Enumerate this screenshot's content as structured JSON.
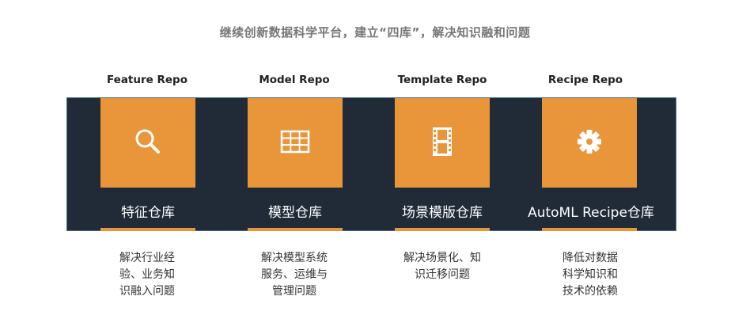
{
  "headline": "继续创新数据科学平台，建立“四库”，解决知识融和问题",
  "repos": [
    {
      "title": "Feature Repo",
      "name": "特征仓库",
      "icon": "search-icon",
      "description": "解决行业经\n验、业务知\n识融入问题"
    },
    {
      "title": "Model Repo",
      "name": "模型仓库",
      "icon": "table-grid-icon",
      "description": "解决模型系统\n服务、运维与\n管理问题"
    },
    {
      "title": "Template Repo",
      "name": "场景模版仓库",
      "icon": "film-strip-icon",
      "description": "解决场景化、知\n识迁移问题"
    },
    {
      "title": "Recipe Repo",
      "name": "AutoML Recipe仓库",
      "icon": "gear-icon",
      "description": "降低对数据\n科学知识和\n技术的依赖"
    }
  ],
  "colors": {
    "tile": "#e9963b",
    "band": "#212b38",
    "band_border": "#3b6c8c",
    "headline": "#777777"
  }
}
